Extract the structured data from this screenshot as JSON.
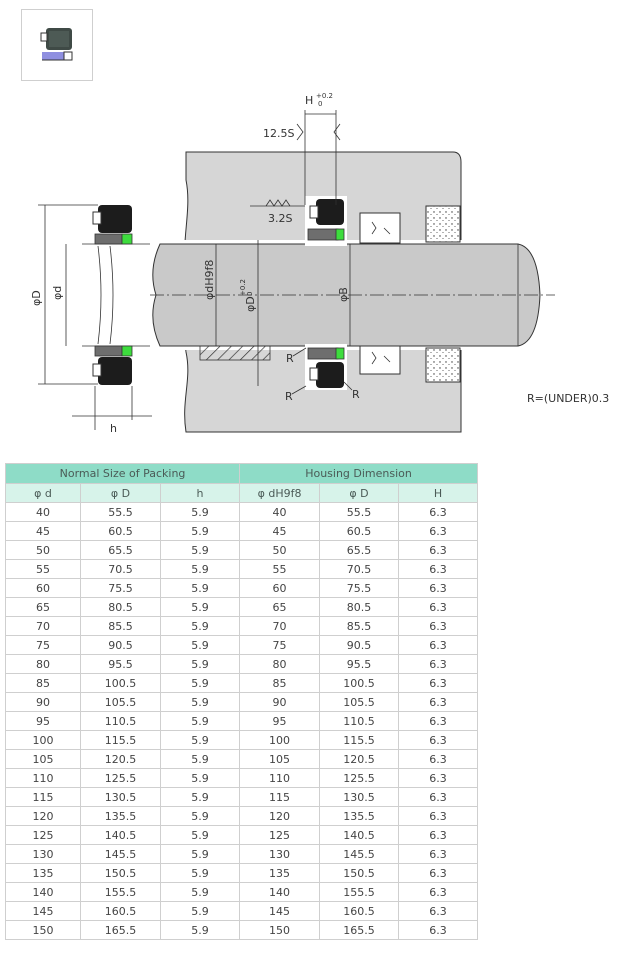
{
  "drawing": {
    "dim_H": "H",
    "dim_H_tol_upper": "+0.2",
    "dim_H_tol_lower": "0",
    "surface_finish_12_5": "12.5S",
    "surface_finish_3_2": "3.2S",
    "dim_D": "φD",
    "dim_d": "φd",
    "dim_h": "h",
    "dim_dH9f8": "φdH9f8",
    "dim_D_housing": "φD",
    "dim_D_tol_upper": "+0.2",
    "dim_D_tol_lower": "0",
    "dim_B": "φB",
    "radius_label": "R",
    "radius_note": "R=(UNDER)0.3",
    "colors": {
      "housing": "#d6d6d6",
      "rod": "#c9c9c9",
      "seal_rubber": "#1c1c1c",
      "seal_ring": "#6e6e6e",
      "seal_lip_accent": "#3ddc3d",
      "thumb_body": "#3f4a46",
      "thumb_ring": "#8f8fe0"
    }
  },
  "table": {
    "group_headers": [
      "Normal Size of Packing",
      "Housing Dimension"
    ],
    "columns": [
      "φ d",
      "φ D",
      "h",
      "φ dH9f8",
      "φ D",
      "H"
    ],
    "rows": [
      [
        "40",
        "55.5",
        "5.9",
        "40",
        "55.5",
        "6.3"
      ],
      [
        "45",
        "60.5",
        "5.9",
        "45",
        "60.5",
        "6.3"
      ],
      [
        "50",
        "65.5",
        "5.9",
        "50",
        "65.5",
        "6.3"
      ],
      [
        "55",
        "70.5",
        "5.9",
        "55",
        "70.5",
        "6.3"
      ],
      [
        "60",
        "75.5",
        "5.9",
        "60",
        "75.5",
        "6.3"
      ],
      [
        "65",
        "80.5",
        "5.9",
        "65",
        "80.5",
        "6.3"
      ],
      [
        "70",
        "85.5",
        "5.9",
        "70",
        "85.5",
        "6.3"
      ],
      [
        "75",
        "90.5",
        "5.9",
        "75",
        "90.5",
        "6.3"
      ],
      [
        "80",
        "95.5",
        "5.9",
        "80",
        "95.5",
        "6.3"
      ],
      [
        "85",
        "100.5",
        "5.9",
        "85",
        "100.5",
        "6.3"
      ],
      [
        "90",
        "105.5",
        "5.9",
        "90",
        "105.5",
        "6.3"
      ],
      [
        "95",
        "110.5",
        "5.9",
        "95",
        "110.5",
        "6.3"
      ],
      [
        "100",
        "115.5",
        "5.9",
        "100",
        "115.5",
        "6.3"
      ],
      [
        "105",
        "120.5",
        "5.9",
        "105",
        "120.5",
        "6.3"
      ],
      [
        "110",
        "125.5",
        "5.9",
        "110",
        "125.5",
        "6.3"
      ],
      [
        "115",
        "130.5",
        "5.9",
        "115",
        "130.5",
        "6.3"
      ],
      [
        "120",
        "135.5",
        "5.9",
        "120",
        "135.5",
        "6.3"
      ],
      [
        "125",
        "140.5",
        "5.9",
        "125",
        "140.5",
        "6.3"
      ],
      [
        "130",
        "145.5",
        "5.9",
        "130",
        "145.5",
        "6.3"
      ],
      [
        "135",
        "150.5",
        "5.9",
        "135",
        "150.5",
        "6.3"
      ],
      [
        "140",
        "155.5",
        "5.9",
        "140",
        "155.5",
        "6.3"
      ],
      [
        "145",
        "160.5",
        "5.9",
        "145",
        "160.5",
        "6.3"
      ],
      [
        "150",
        "165.5",
        "5.9",
        "150",
        "165.5",
        "6.3"
      ]
    ]
  }
}
